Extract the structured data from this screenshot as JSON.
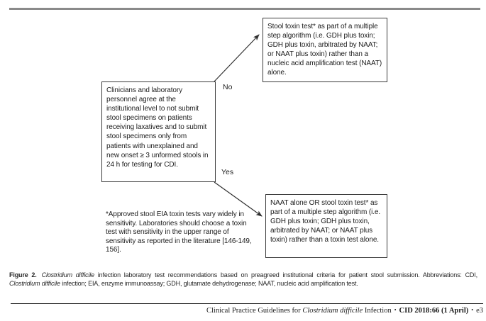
{
  "colors": {
    "box_border": "#3b3b3b",
    "body_text": "#1c1c1c",
    "top_rule": "#8a8a8a",
    "footer_rule": "#1a1a1a"
  },
  "flowchart": {
    "criteria_box": "Clinicians and laboratory personnel agree at the institutional level to not submit stool specimens on patients receiving laxatives and to submit stool specimens only from patients with unexplained and new onset ≥ 3 unformed stools in 24 h for testing for CDI.",
    "no_label": "No",
    "yes_label": "Yes",
    "no_outcome_box": "Stool toxin test* as part of a multiple step algorithm (i.e. GDH plus toxin; GDH plus toxin, arbitrated by NAAT; or NAAT plus toxin) rather than a nucleic acid amplification test (NAAT) alone.",
    "yes_outcome_box": "NAAT alone OR stool toxin test* as part of a multiple step algorithm (i.e. GDH plus toxin; GDH plus toxin, arbitrated by NAAT; or NAAT plus toxin) rather than a toxin test alone.",
    "footnote": "*Approved stool EIA toxin tests vary widely in sensitivity. Laboratories should choose a toxin test with sensitivity in the upper range of sensitivity as reported in the literature [146-149, 156]."
  },
  "caption": {
    "fig_label": "Figure 2.",
    "italic1": "Clostridium difficile",
    "text1": " infection laboratory test recommendations based on preagreed institutional criteria for patient stool submission. Abbreviations: CDI, ",
    "italic2": "Clostridium difficile",
    "text2": " infection; EIA, enzyme immunoassay; GDH, glutamate dehydrogenase; NAAT, nucleic acid amplification test."
  },
  "footer": {
    "text1": "Clinical Practice Guidelines for ",
    "italic": "Clostridium difficile",
    "text2": " Infection",
    "bullet1": "•",
    "citation_bold": "CID 2018:66 (1 April)",
    "bullet2": "•",
    "page_number": "e3"
  }
}
